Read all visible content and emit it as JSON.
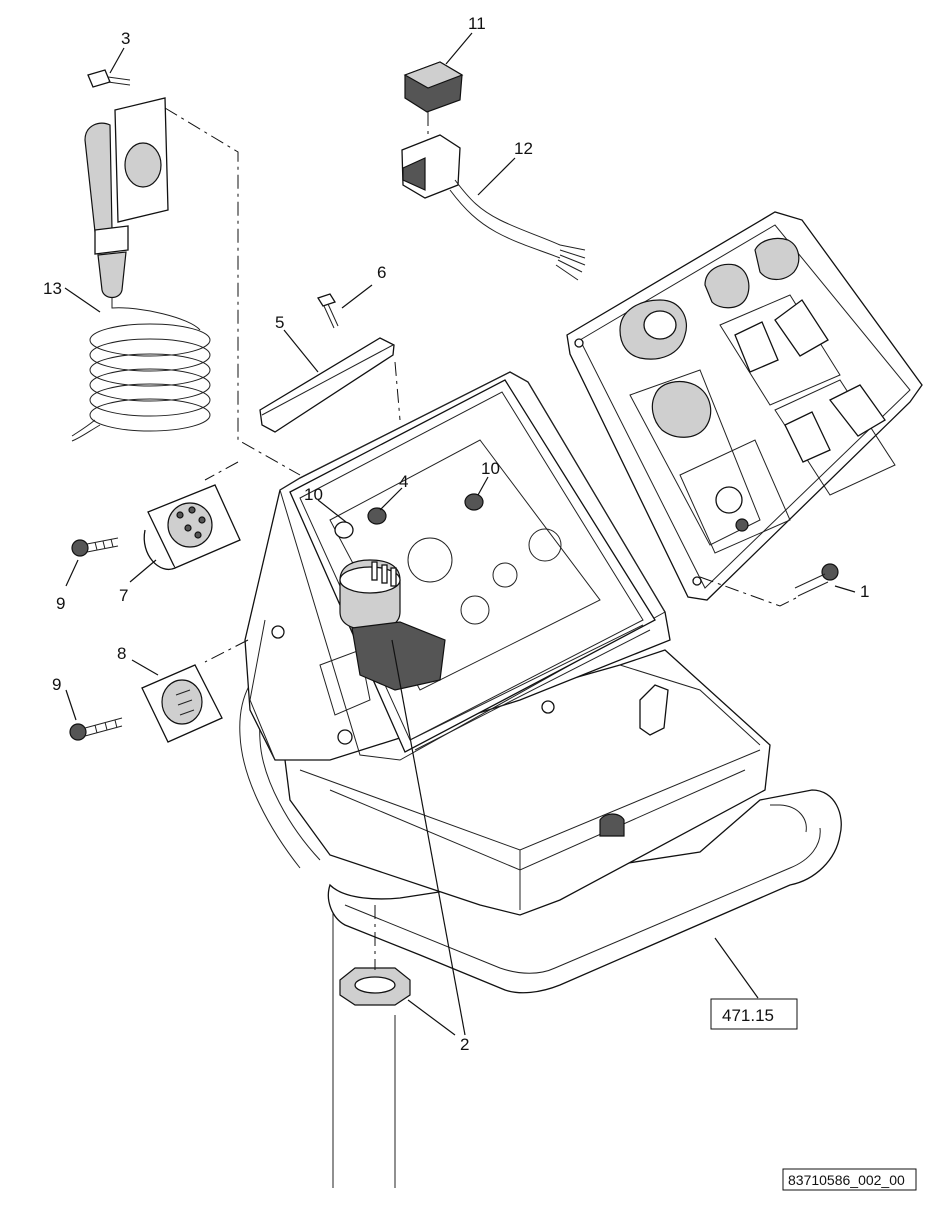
{
  "callouts": [
    {
      "id": "c1",
      "text": "1"
    },
    {
      "id": "c2",
      "text": "2"
    },
    {
      "id": "c3",
      "text": "3"
    },
    {
      "id": "c4",
      "text": "4"
    },
    {
      "id": "c5",
      "text": "5"
    },
    {
      "id": "c6",
      "text": "6"
    },
    {
      "id": "c7",
      "text": "7"
    },
    {
      "id": "c8",
      "text": "8"
    },
    {
      "id": "c9a",
      "text": "9"
    },
    {
      "id": "c9b",
      "text": "9"
    },
    {
      "id": "c10a",
      "text": "10"
    },
    {
      "id": "c10b",
      "text": "10"
    },
    {
      "id": "c11",
      "text": "11"
    },
    {
      "id": "c12",
      "text": "12"
    },
    {
      "id": "c13",
      "text": "13"
    }
  ],
  "reference_box": "471.15",
  "document_id": "83710586_002_00"
}
